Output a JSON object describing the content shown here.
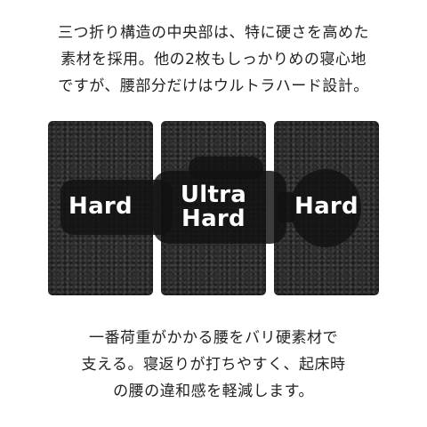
{
  "intro": {
    "lines": [
      "三つ折り構造の中央部は、特に硬さを高めた",
      "素材を採用。他の2枚もしっかりめの寝心地",
      "ですが、腰部分だけはウルトラハード設計。"
    ]
  },
  "mattress": {
    "panels": [
      {
        "label": "Hard"
      },
      {
        "label_line1": "Ultra",
        "label_line2": "Hard"
      },
      {
        "label": "Hard"
      }
    ],
    "panel_color": "#2c2c2c",
    "silhouette_color": "#111111"
  },
  "outro": {
    "lines": [
      "一番荷重がかかる腰をバリ硬素材で",
      "支える。寝返りが打ちやすく、起床時",
      "の腰の違和感を軽減します。"
    ]
  }
}
